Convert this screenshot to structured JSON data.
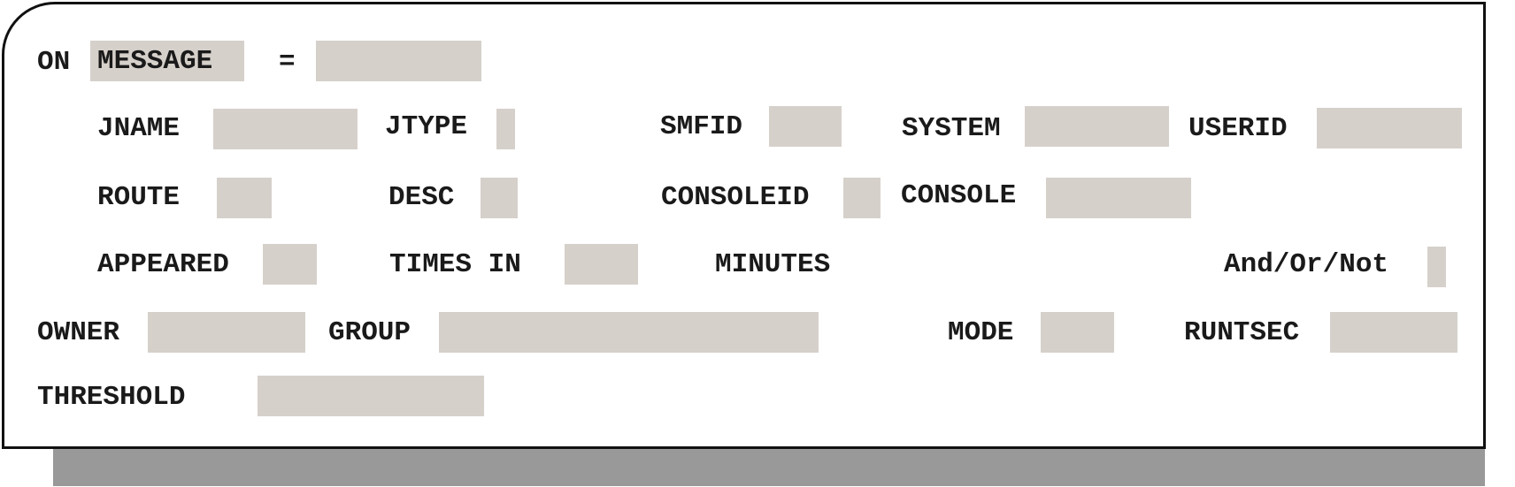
{
  "rows": {
    "on": {
      "on_label": "ON",
      "type_value": "MESSAGE",
      "equals_label": "=",
      "message_value": ""
    },
    "row1": {
      "jname_label": "JNAME",
      "jtype_label": "JTYPE",
      "smfid_label": "SMFID",
      "system_label": "SYSTEM",
      "userid_label": "USERID"
    },
    "row2": {
      "route_label": "ROUTE",
      "desc_label": "DESC",
      "consoleid_label": "CONSOLEID",
      "console_label": "CONSOLE"
    },
    "row3": {
      "appeared_label": "APPEARED",
      "times_in_label": "TIMES IN",
      "minutes_label": "MINUTES",
      "andornot_label": "And/Or/Not"
    },
    "row4": {
      "owner_label": "OWNER",
      "group_label": "GROUP",
      "mode_label": "MODE",
      "runtsec_label": "RUNTSEC"
    },
    "row5": {
      "threshold_label": "THRESHOLD"
    }
  },
  "colors": {
    "field_fill": "#d6d0cb",
    "shadow": "#999999",
    "border": "#111111",
    "text": "#1a1a1a"
  }
}
